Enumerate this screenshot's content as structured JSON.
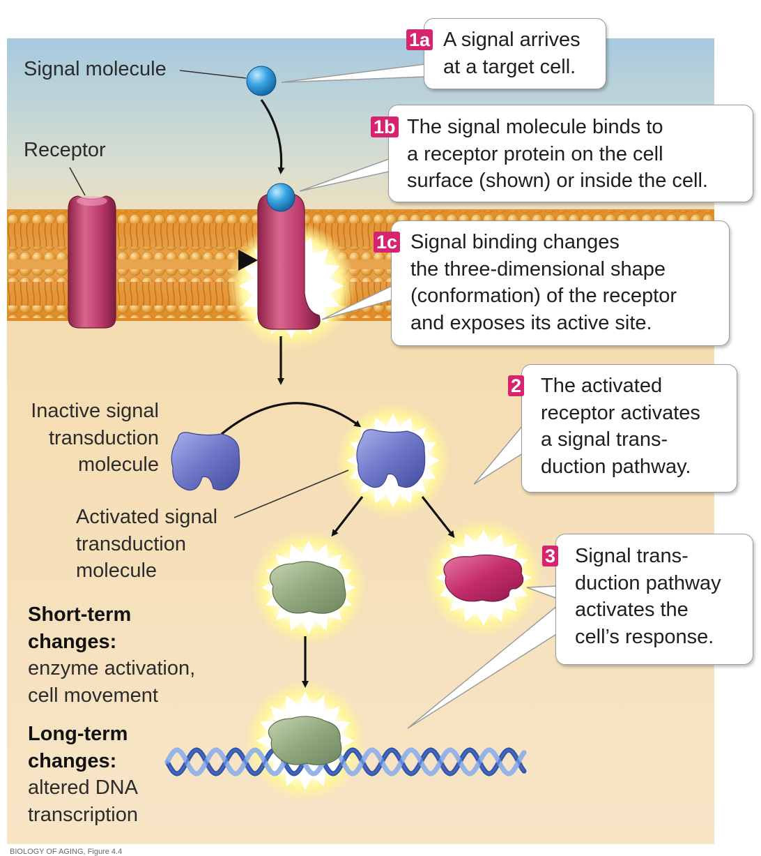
{
  "labels": {
    "signal_molecule": "Signal molecule",
    "receptor": "Receptor",
    "inactive": [
      "Inactive signal",
      "transduction",
      "molecule"
    ],
    "activated": [
      "Activated signal",
      "transduction",
      "molecule"
    ],
    "short_term_heading": [
      "Short-term",
      "changes:"
    ],
    "short_term_body": [
      "enzyme activation,",
      "cell movement"
    ],
    "long_term_heading": [
      "Long-term",
      "changes:"
    ],
    "long_term_body": [
      "altered DNA",
      "transcription"
    ]
  },
  "callouts": [
    {
      "badge": "1a",
      "lines": [
        "A signal arrives",
        "at a target cell."
      ]
    },
    {
      "badge": "1b",
      "lines": [
        "The signal molecule binds to",
        "a receptor protein on the cell",
        "surface (shown) or inside the cell."
      ]
    },
    {
      "badge": "1c",
      "lines": [
        "Signal binding changes",
        "the three-dimensional shape",
        "(conformation) of the receptor",
        "and exposes its active site."
      ]
    },
    {
      "badge": "2",
      "lines": [
        "The activated",
        "receptor activates",
        "a signal trans-",
        "duction pathway."
      ]
    },
    {
      "badge": "3",
      "lines": [
        "Signal trans-",
        "duction pathway",
        "activates the",
        "cell’s response."
      ]
    }
  ],
  "credit": "BIOLOGY OF AGING, Figure 4.4",
  "colors": {
    "extracellular_top": "#a9cbe0",
    "extracellular_bottom": "#f4dfb7",
    "cytoplasm": "#f6ddb4",
    "membrane": "#e79a33",
    "receptor": "#b43565",
    "signal_molecule": "#2d9ad9",
    "transduction_molecule": "#6c73c4",
    "enzyme_green": "#8fa57c",
    "response_protein": "#c22b6c",
    "dna": "#3d5fb4",
    "badge": "#d6246e",
    "glow": "#fff38a"
  }
}
